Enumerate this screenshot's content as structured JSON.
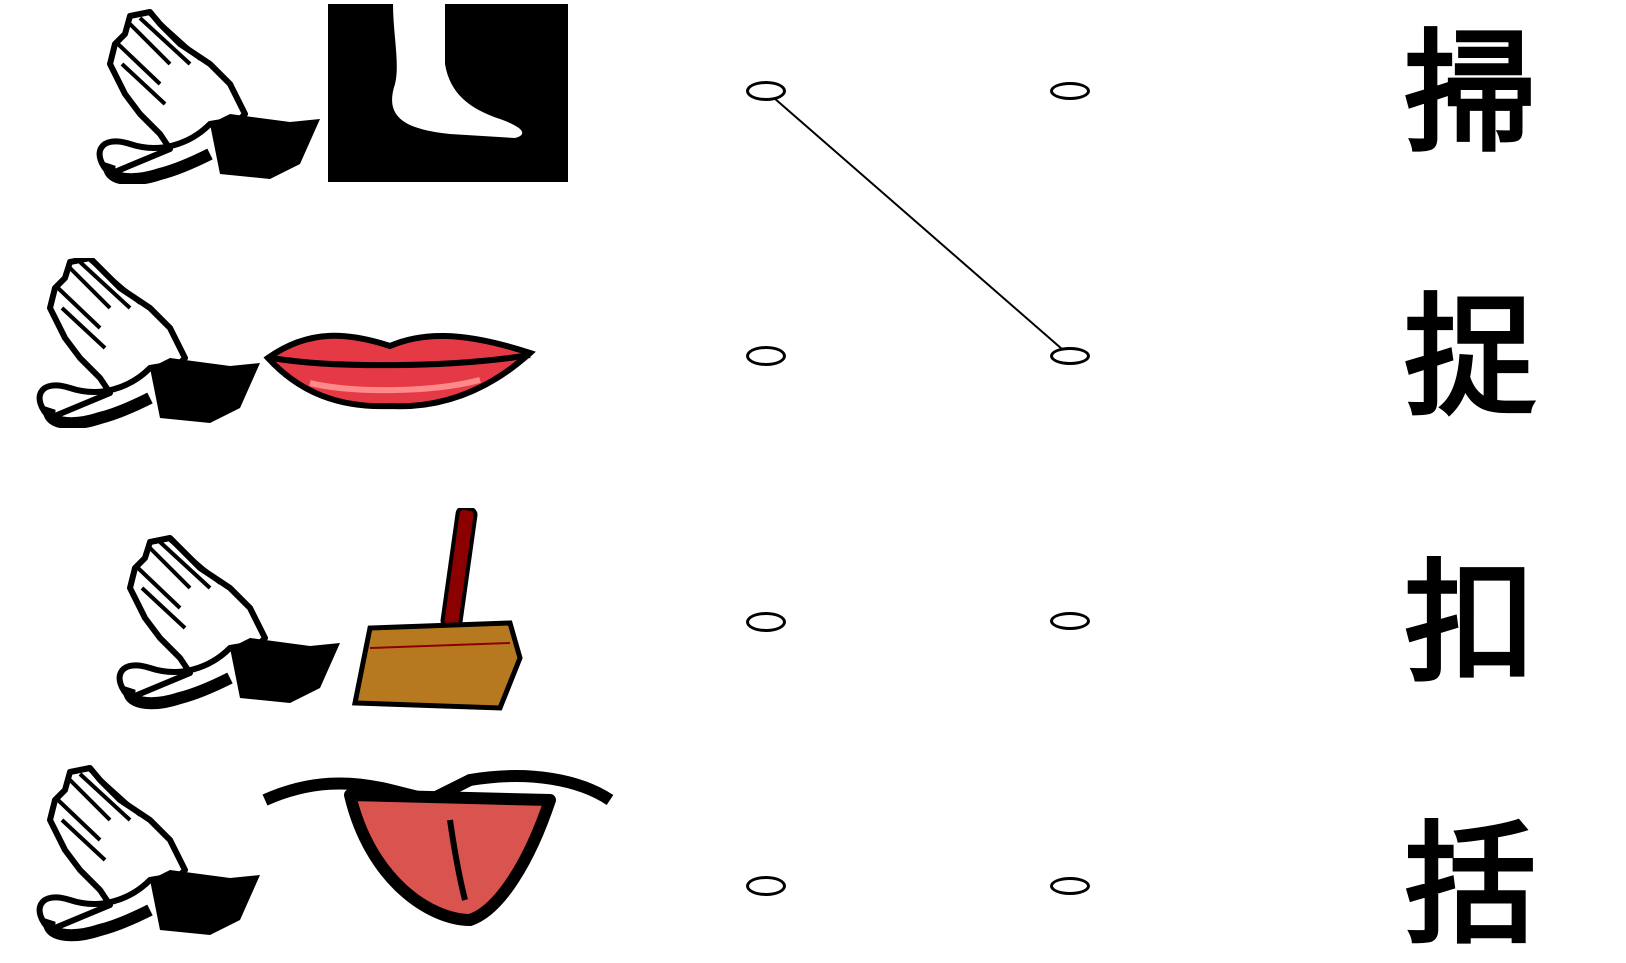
{
  "rows": [
    {
      "icon_left": "praying-hands-icon",
      "icon_right": "foot-icon",
      "character": "掃"
    },
    {
      "icon_left": "praying-hands-icon",
      "icon_right": "lips-icon",
      "character": "捉"
    },
    {
      "icon_left": "praying-hands-icon",
      "icon_right": "broom-icon",
      "character": "扣"
    },
    {
      "icon_left": "praying-hands-icon",
      "icon_right": "tongue-icon",
      "character": "括"
    }
  ],
  "connections": [
    {
      "from": "left-dot-1",
      "to": "right-dot-2"
    }
  ],
  "colors": {
    "lips": "#e63946",
    "broom_handle": "#8b0000",
    "broom_head": "#b7791f",
    "tongue": "#d9534f"
  }
}
